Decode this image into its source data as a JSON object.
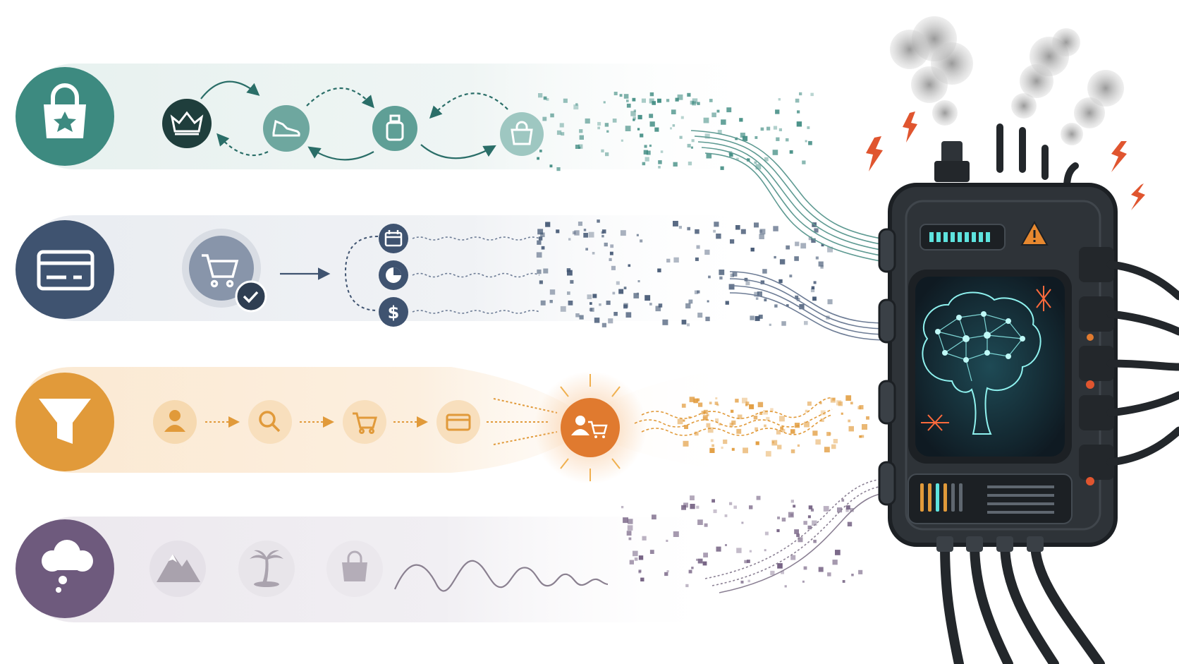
{
  "colors": {
    "teal": "#3d8a80",
    "teal_dark": "#2a6e68",
    "navy": "#3f5370",
    "orange": "#e19a3a",
    "orange_dark": "#e07a2f",
    "purple": "#6e5a7d",
    "gray_icon": "#a9a2ad",
    "machine": "#2e3338",
    "machine_dark": "#1c2024",
    "screen_glow": "#5ee3de",
    "spark": "#e0552f"
  },
  "rows": [
    {
      "id": "loyalty",
      "main_icon": "shopping-bag-star-icon",
      "color": "#3d8a80",
      "flow": [
        "crown-icon",
        "sneaker-icon",
        "perfume-bottle-icon",
        "handbag-icon"
      ],
      "signal": "wavy-lines"
    },
    {
      "id": "payment",
      "main_icon": "credit-card-icon",
      "color": "#3f5370",
      "flow": [
        "cart-check-icon",
        "calendar-icon",
        "pie-chart-icon",
        "dollar-icon"
      ],
      "signal": "wavy-lines"
    },
    {
      "id": "funnel",
      "main_icon": "funnel-icon",
      "color": "#e19a3a",
      "flow": [
        "user-icon",
        "search-icon",
        "cart-icon",
        "card-icon",
        "user-cart-icon"
      ],
      "signal": "wavy-lines"
    },
    {
      "id": "dream",
      "main_icon": "thought-cloud-icon",
      "color": "#6e5a7d",
      "flow": [
        "mountain-icon",
        "palm-tree-icon",
        "shopping-bag-icon"
      ],
      "signal": "sine-wave"
    }
  ],
  "machine": {
    "center_icon": "brain-network-icon",
    "status_icon": "warning-icon",
    "effects": [
      "smoke-icon",
      "lightning-icon"
    ]
  }
}
